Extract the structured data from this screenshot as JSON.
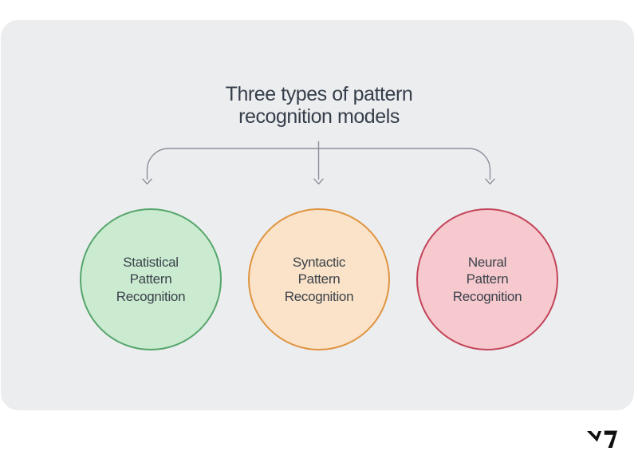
{
  "page": {
    "background_color": "#ffffff"
  },
  "card": {
    "background_color": "#ECEDEF"
  },
  "title": {
    "text": "Three types of pattern recognition models",
    "line1": "Three types of pattern",
    "line2": "recognition models",
    "color": "#353E4A"
  },
  "connector": {
    "color": "#8A909A"
  },
  "nodes": [
    {
      "label": "Statistical Pattern Recognition",
      "lines": [
        "Statistical",
        "Pattern",
        "Recognition"
      ],
      "fill_color": "#CBEBD1",
      "border_color": "#55A56B"
    },
    {
      "label": "Syntactic Pattern Recognition",
      "lines": [
        "Syntactic",
        "Pattern",
        "Recognition"
      ],
      "fill_color": "#FAE3C8",
      "border_color": "#DF9440"
    },
    {
      "label": "Neural Pattern Recognition",
      "lines": [
        "Neural",
        "Pattern",
        "Recognition"
      ],
      "fill_color": "#F6C9CE",
      "border_color": "#C24459"
    }
  ],
  "text_color": "#3B424B",
  "logo": {
    "text": "V7",
    "color": "#101010"
  }
}
